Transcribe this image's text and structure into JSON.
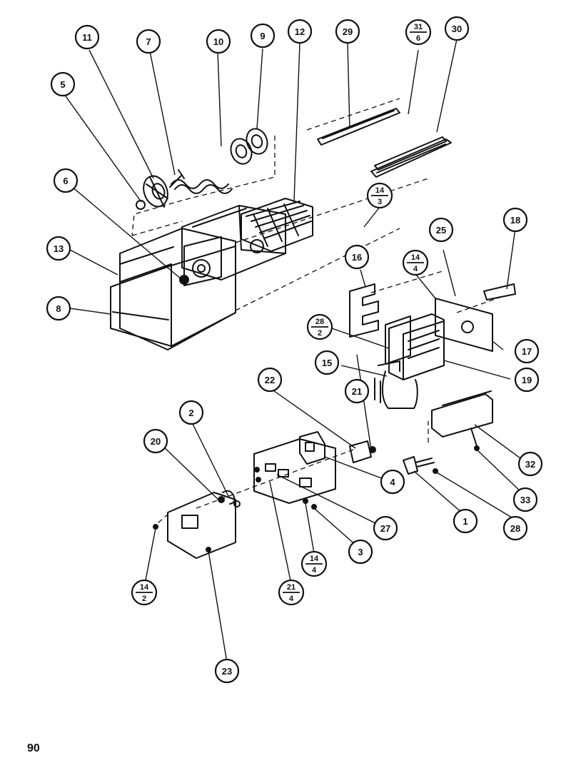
{
  "page_number": "90",
  "callouts": [
    {
      "id": "c11",
      "label": "11"
    },
    {
      "id": "c7",
      "label": "7"
    },
    {
      "id": "c10",
      "label": "10"
    },
    {
      "id": "c9",
      "label": "9"
    },
    {
      "id": "c12",
      "label": "12"
    },
    {
      "id": "c29",
      "label": "29"
    },
    {
      "id": "c30",
      "label": "30"
    },
    {
      "id": "c5",
      "label": "5"
    },
    {
      "id": "c6",
      "label": "6"
    },
    {
      "id": "c13",
      "label": "13"
    },
    {
      "id": "c8",
      "label": "8"
    },
    {
      "id": "c16",
      "label": "16"
    },
    {
      "id": "c25",
      "label": "25"
    },
    {
      "id": "c18",
      "label": "18"
    },
    {
      "id": "c17",
      "label": "17"
    },
    {
      "id": "c19",
      "label": "19"
    },
    {
      "id": "c15",
      "label": "15"
    },
    {
      "id": "c22",
      "label": "22"
    },
    {
      "id": "c21",
      "label": "21"
    },
    {
      "id": "c2",
      "label": "2"
    },
    {
      "id": "c20",
      "label": "20"
    },
    {
      "id": "c4",
      "label": "4"
    },
    {
      "id": "c32",
      "label": "32"
    },
    {
      "id": "c33",
      "label": "33"
    },
    {
      "id": "c1",
      "label": "1"
    },
    {
      "id": "c28",
      "label": "28"
    },
    {
      "id": "c27",
      "label": "27"
    },
    {
      "id": "c3",
      "label": "3"
    },
    {
      "id": "c23",
      "label": "23"
    }
  ],
  "fraction_callouts": [
    {
      "id": "f31-6",
      "top": "31",
      "bottom": "6"
    },
    {
      "id": "f14-3",
      "top": "14",
      "bottom": "3"
    },
    {
      "id": "f14-4a",
      "top": "14",
      "bottom": "4"
    },
    {
      "id": "f28-2",
      "top": "28",
      "bottom": "2"
    },
    {
      "id": "f14-4b",
      "top": "14",
      "bottom": "4"
    },
    {
      "id": "f21-4",
      "top": "21",
      "bottom": "4"
    },
    {
      "id": "f14-2",
      "top": "14",
      "bottom": "2"
    }
  ]
}
